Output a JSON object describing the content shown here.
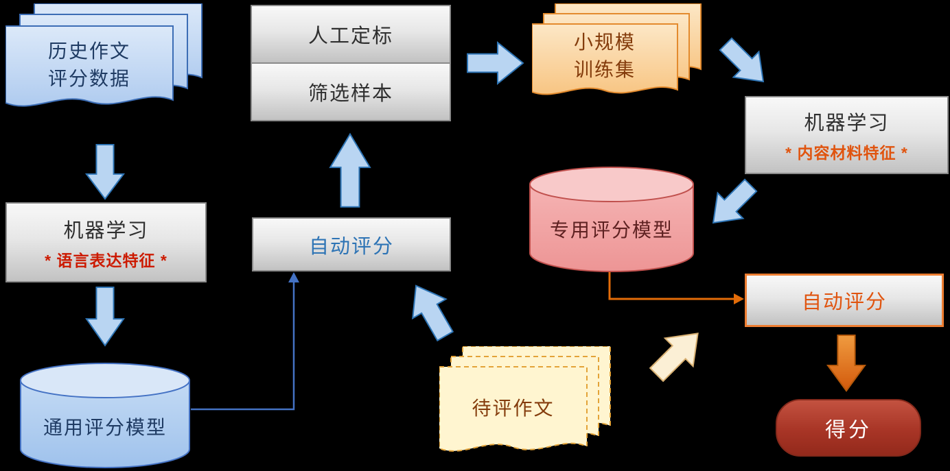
{
  "background_color": "#000000",
  "nodes": {
    "history_docs": {
      "line1": "历史作文",
      "line2": "评分数据"
    },
    "manual_calibration": {
      "label": "人工定标"
    },
    "sample_filtering": {
      "label": "筛选样本"
    },
    "small_training_set": {
      "line1": "小规模",
      "line2": "训练集"
    },
    "ml_content": {
      "title": "机器学习",
      "subtitle": "* 内容材料特征 *"
    },
    "dedicated_model": {
      "label": "专用评分模型"
    },
    "ml_language": {
      "title": "机器学习",
      "subtitle": "* 语言表达特征 *"
    },
    "auto_scoring_general": {
      "label": "自动评分"
    },
    "general_model": {
      "label": "通用评分模型"
    },
    "pending_essays": {
      "label": "待评作文"
    },
    "auto_scoring_dedicated": {
      "label": "自动评分"
    },
    "score": {
      "label": "得分"
    }
  },
  "colors": {
    "blue_arrow_fill": "#B9D5F2",
    "blue_arrow_border": "#2E75B6",
    "orange_accent": "#E36C09",
    "blue_connector": "#4472C4",
    "red_text": "#CC1A00",
    "gray_box_border": "#8A8A8A"
  },
  "arrows": [
    {
      "name": "arrow-history-to-ml-language",
      "direction": "down",
      "color": "blue"
    },
    {
      "name": "arrow-auto-scoring-to-sample-filtering",
      "direction": "up",
      "color": "blue"
    },
    {
      "name": "arrow-calibration-to-training-set",
      "direction": "right",
      "color": "blue"
    },
    {
      "name": "arrow-training-set-to-ml-content",
      "direction": "down-right",
      "color": "blue"
    },
    {
      "name": "arrow-ml-content-to-dedicated-model",
      "direction": "down-left",
      "color": "blue"
    },
    {
      "name": "arrow-ml-language-to-general-model",
      "direction": "down",
      "color": "blue"
    },
    {
      "name": "arrow-pending-essays-to-auto-scoring-general",
      "direction": "up-left",
      "color": "blue"
    },
    {
      "name": "arrow-pending-essays-to-auto-scoring-dedicated",
      "direction": "up-right",
      "color": "cream"
    },
    {
      "name": "arrow-auto-scoring-to-score",
      "direction": "down",
      "color": "orange"
    }
  ]
}
